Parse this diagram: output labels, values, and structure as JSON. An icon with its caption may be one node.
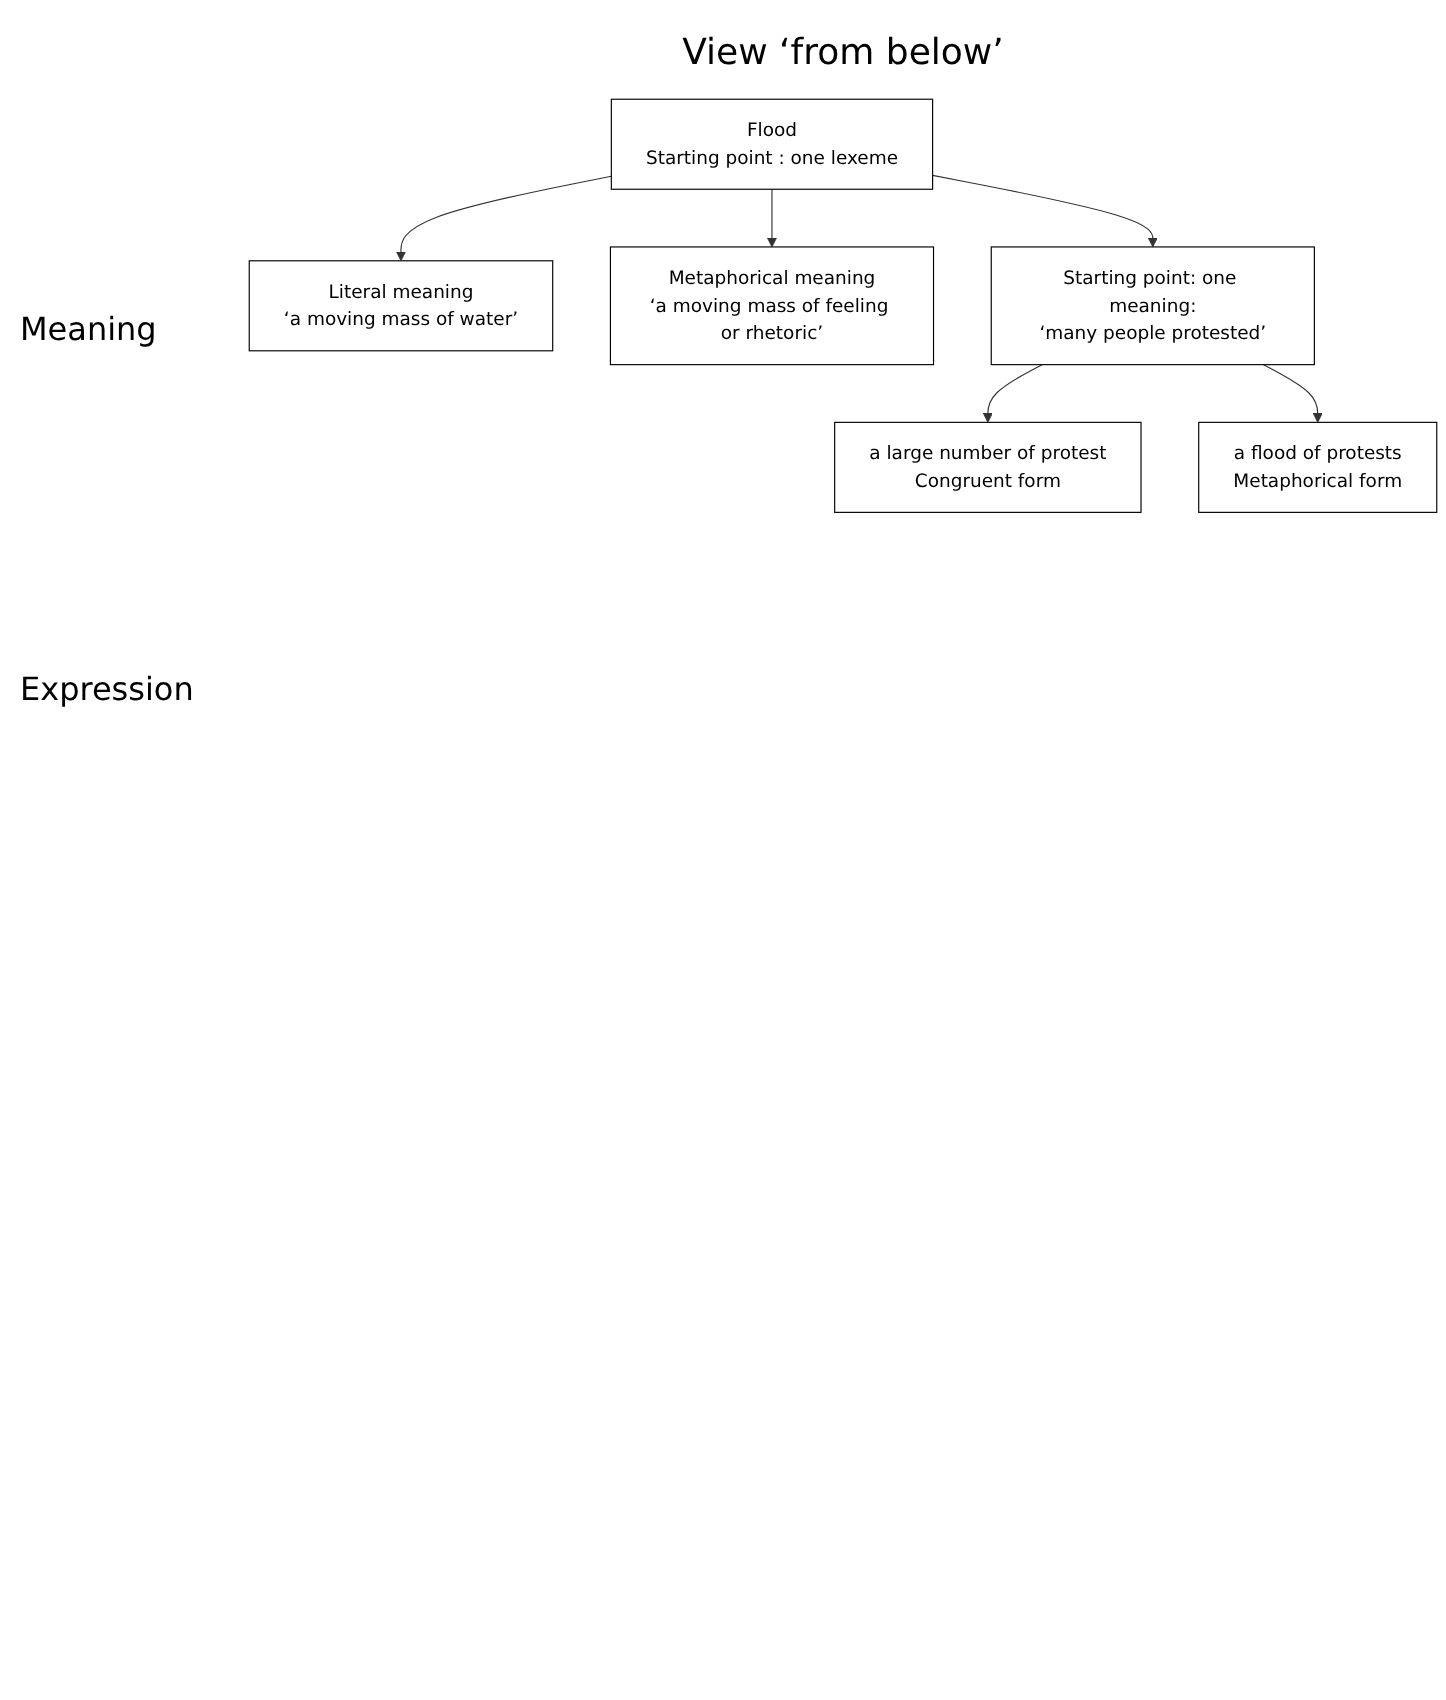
{
  "diagram": {
    "title": "View ‘from below’",
    "nodes": [
      {
        "text": [
          "Literal meaning",
          "‘a moving mass of water’"
        ]
      },
      {
        "text": [
          "Metaphorical meaning",
          "‘a moving mass of feeling or rhetoric’"
        ]
      },
      {
        "text": [
          "Flood",
          "Starting point : one lexeme"
        ]
      },
      {
        "text": [
          "Starting point: one meaning:",
          "‘many people protested’"
        ]
      },
      {
        "text": [
          "a large number of protest",
          "Congruent form"
        ]
      },
      {
        "text": [
          "a flood of protests",
          "Metaphorical form"
        ]
      }
    ],
    "edges": [
      {
        "from": 2,
        "to": 0,
        "arrow": "to"
      },
      {
        "from": 2,
        "to": 1,
        "arrow": "to"
      },
      {
        "from": 2,
        "to": 3,
        "arrow": "to"
      },
      {
        "from": 3,
        "to": 4,
        "arrow": "to"
      },
      {
        "from": 3,
        "to": 5,
        "arrow": "to"
      }
    ],
    "labels": [
      "Meaning",
      "Expression"
    ]
  }
}
